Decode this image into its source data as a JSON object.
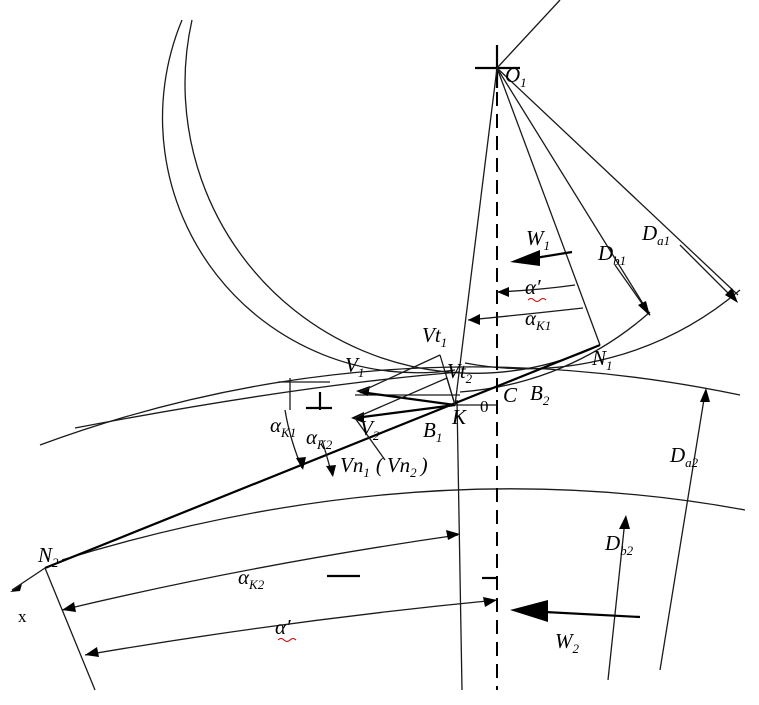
{
  "labels": {
    "o1": "O",
    "o1_sub": "1",
    "w1": "W",
    "w1_sub": "1",
    "db1": "D",
    "db1_sub": "b1",
    "da1": "D",
    "da1_sub": "a1",
    "alpha_prime_top": "α′",
    "alpha_k1_top": "α",
    "alpha_k1_top_sub": "K1",
    "n1": "N",
    "n1_sub": "1",
    "vt1": "Vt",
    "vt1_sub": "1",
    "vt2": "Vt",
    "vt2_sub": "2",
    "v1": "V",
    "v1_sub": "1",
    "v2": "V",
    "v2_sub": "2",
    "c": "C",
    "b2": "B",
    "b2_sub": "2",
    "zero": "0",
    "k": "K",
    "b1": "B",
    "b1_sub": "1",
    "alpha_k1_left": "α",
    "alpha_k1_left_sub": "K1",
    "alpha_k2_left": "α",
    "alpha_k2_left_sub": "K2",
    "vn": "Vn",
    "vn_sub": "1",
    "vn_paren_open": "(",
    "vn2": "Vn",
    "vn2_sub": "2",
    "vn_paren_close": ")",
    "da2": "D",
    "da2_sub": "a2",
    "db2": "D",
    "db2_sub": "b2",
    "n2": "N",
    "n2_sub": "2",
    "x": "x",
    "alpha_k2_bottom": "α",
    "alpha_k2_bottom_sub": "K2",
    "alpha_prime_bottom": "α′",
    "w2": "W",
    "w2_sub": "2"
  },
  "colors": {
    "line": "#1a1a1a",
    "accent_squiggle": "#cc0000"
  }
}
